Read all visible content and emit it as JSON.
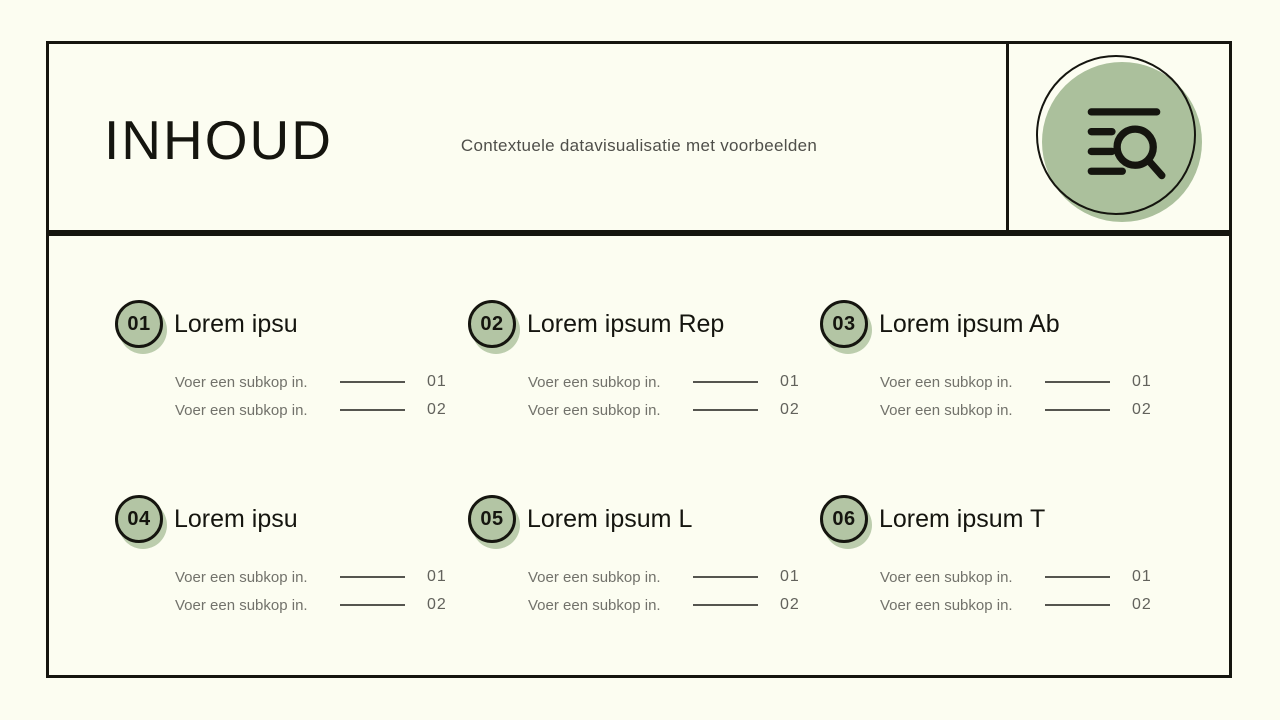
{
  "header": {
    "title": "INHOUD",
    "subtitle": "Contextuele datavisualisatie met voorbeelden",
    "icon": "list-search-icon"
  },
  "colors": {
    "background": "#fcfdf1",
    "ink": "#15150f",
    "accent_green": "#abc09c",
    "subtitle_gray": "#4f4f4a",
    "muted_gray": "#72726b"
  },
  "items": [
    {
      "number": "01",
      "title": "Lorem ipsu",
      "subs": [
        {
          "label": "Voer een subkop in.",
          "page": "01"
        },
        {
          "label": "Voer een subkop in.",
          "page": "02"
        }
      ]
    },
    {
      "number": "02",
      "title": "Lorem ipsum Rep",
      "subs": [
        {
          "label": "Voer een subkop in.",
          "page": "01"
        },
        {
          "label": "Voer een subkop in.",
          "page": "02"
        }
      ]
    },
    {
      "number": "03",
      "title": "Lorem ipsum Ab",
      "subs": [
        {
          "label": "Voer een subkop in.",
          "page": "01"
        },
        {
          "label": "Voer een subkop in.",
          "page": "02"
        }
      ]
    },
    {
      "number": "04",
      "title": "Lorem ipsu",
      "subs": [
        {
          "label": "Voer een subkop in.",
          "page": "01"
        },
        {
          "label": "Voer een subkop in.",
          "page": "02"
        }
      ]
    },
    {
      "number": "05",
      "title": "Lorem ipsum L",
      "subs": [
        {
          "label": "Voer een subkop in.",
          "page": "01"
        },
        {
          "label": "Voer een subkop in.",
          "page": "02"
        }
      ]
    },
    {
      "number": "06",
      "title": "Lorem ipsum T",
      "subs": [
        {
          "label": "Voer een subkop in.",
          "page": "01"
        },
        {
          "label": "Voer een subkop in.",
          "page": "02"
        }
      ]
    }
  ]
}
